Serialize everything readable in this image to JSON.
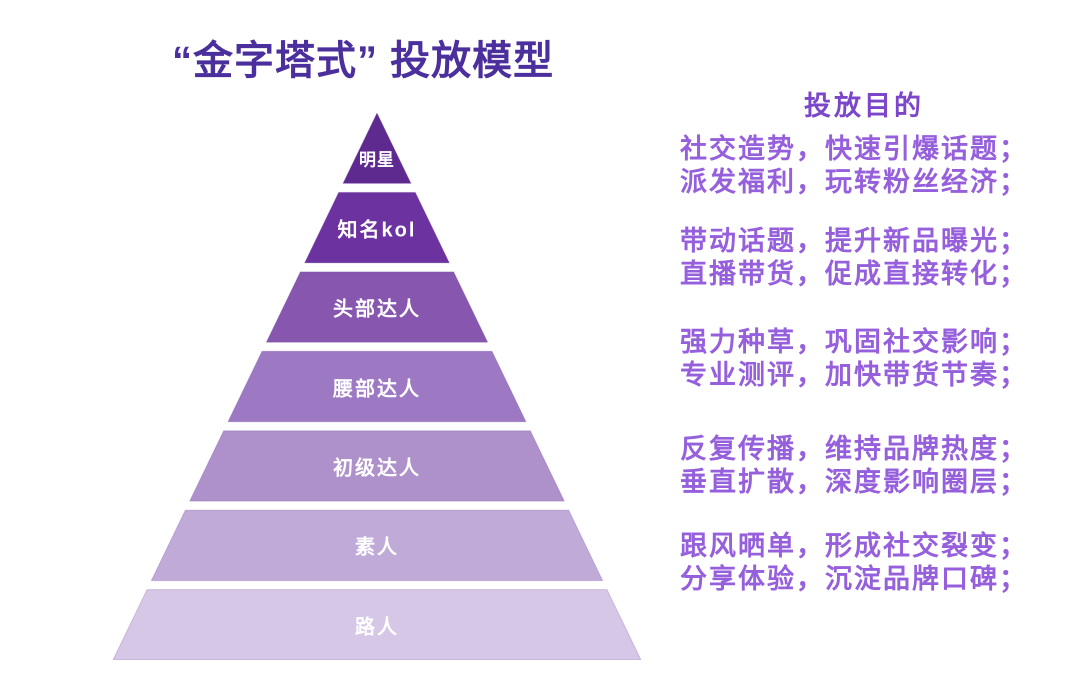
{
  "title": "“金字塔式” 投放模型",
  "colors": {
    "title_text": "#4b2f9c",
    "purpose_header_text": "#7b46ca",
    "purpose_body_text": "#9660dd",
    "tier_label_text": "#ffffff"
  },
  "pyramid": {
    "tiers": [
      {
        "label": "明星",
        "color": "#5f2a90"
      },
      {
        "label": "知名kol",
        "color": "#6c32a0"
      },
      {
        "label": "头部达人",
        "color": "#8757b0"
      },
      {
        "label": "腰部达人",
        "color": "#9d79c4"
      },
      {
        "label": "初级达人",
        "color": "#ae90cb"
      },
      {
        "label": "素人",
        "color": "#c0aad8"
      },
      {
        "label": "路人",
        "color": "#d6c7e6"
      }
    ]
  },
  "purposes": {
    "header": "投放目的",
    "blocks": [
      {
        "line1": "社交造势，快速引爆话题；",
        "line2": "派发福利，玩转粉丝经济；"
      },
      {
        "line1": "带动话题，提升新品曝光；",
        "line2": "直播带货，促成直接转化；"
      },
      {
        "line1": "强力种草，巩固社交影响；",
        "line2": "专业测评，加快带货节奏；"
      },
      {
        "line1": "反复传播，维持品牌热度；",
        "line2": "垂直扩散，深度影响圈层；"
      },
      {
        "line1": "跟风晒单，形成社交裂变；",
        "line2": "分享体验，沉淀品牌口碑；"
      }
    ]
  }
}
